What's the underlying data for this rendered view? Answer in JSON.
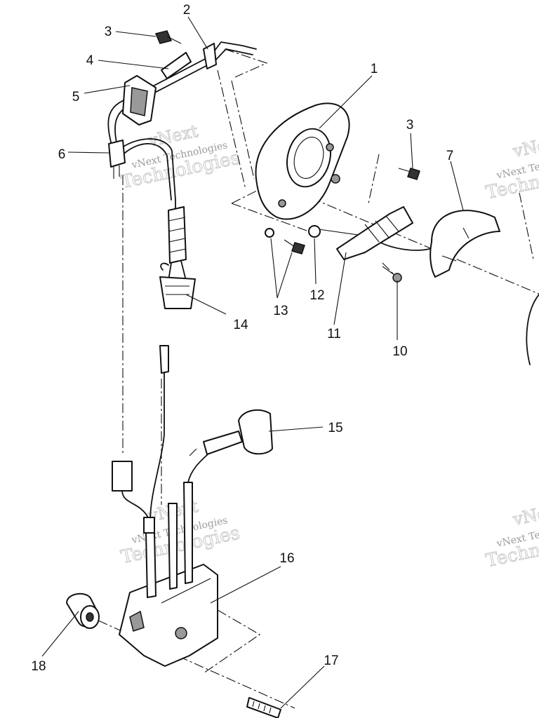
{
  "callouts": [
    {
      "id": "1",
      "label": "1"
    },
    {
      "id": "2",
      "label": "2"
    },
    {
      "id": "3a",
      "label": "3"
    },
    {
      "id": "3b",
      "label": "3"
    },
    {
      "id": "4",
      "label": "4"
    },
    {
      "id": "5",
      "label": "5"
    },
    {
      "id": "6",
      "label": "6"
    },
    {
      "id": "7",
      "label": "7"
    },
    {
      "id": "10",
      "label": "10"
    },
    {
      "id": "11",
      "label": "11"
    },
    {
      "id": "12",
      "label": "12"
    },
    {
      "id": "13",
      "label": "13"
    },
    {
      "id": "14",
      "label": "14"
    },
    {
      "id": "15",
      "label": "15"
    },
    {
      "id": "16",
      "label": "16"
    },
    {
      "id": "17",
      "label": "17"
    },
    {
      "id": "18",
      "label": "18"
    }
  ],
  "watermark": {
    "company": "vNext Technologies",
    "line1": "vNext",
    "line2": "Technologies"
  }
}
